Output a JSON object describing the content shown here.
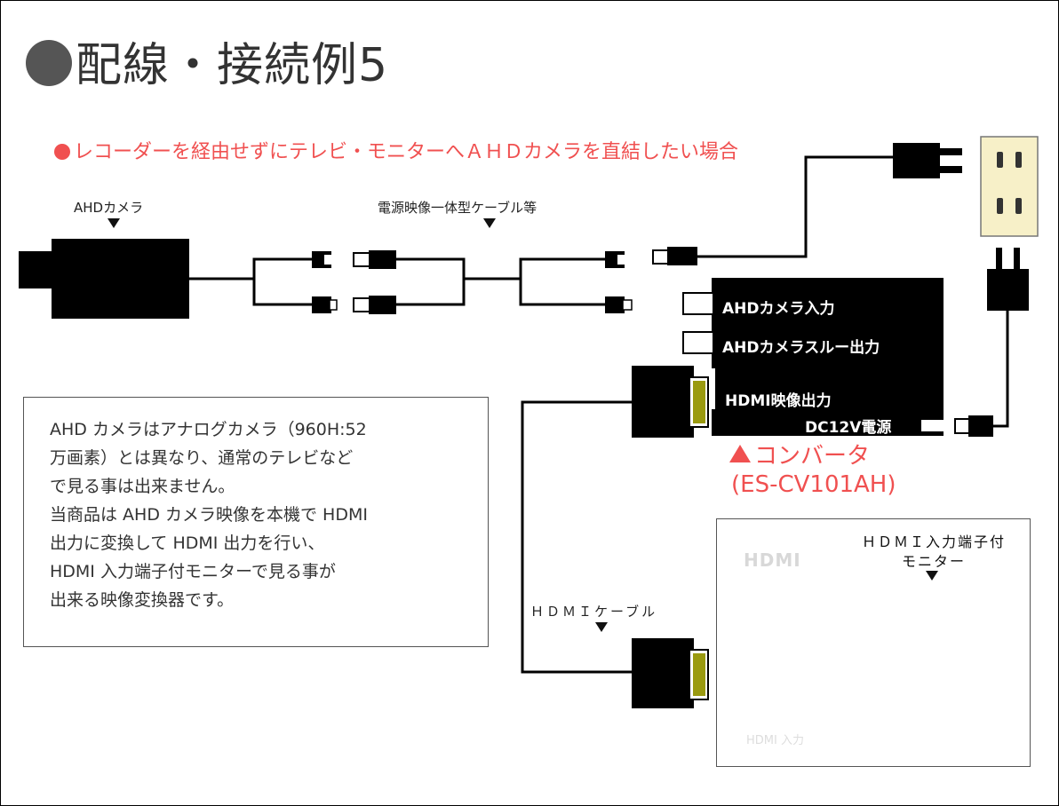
{
  "title": "配線・接続例5",
  "subtitle": "レコーダーを経由せずにテレビ・モニターへＡＨＤカメラを直結したい場合",
  "labels": {
    "camera": "AHDカメラ",
    "cable": "電源映像一体型ケーブル等",
    "hdmi_cable": "ＨＤＭＩケーブル",
    "monitor_line1": "ＨＤＭＩ入力端子付",
    "monitor_line2": "モニター"
  },
  "converter": {
    "ports": [
      "AHDカメラ入力",
      "AHDカメラスルー出力",
      "HDMI映像出力"
    ],
    "power": "DC12V電源",
    "name_line1": "コンバータ",
    "name_line2": "(ES-CV101AH)"
  },
  "description": [
    "AHD カメラはアナログカメラ（960H:52",
    "万画素）とは異なり、通常のテレビなど",
    "で見る事は出来ません。",
    "当商品は AHD カメラ映像を本機で HDMI",
    "出力に変換して HDMI 出力を行い、",
    "HDMI 入力端子付モニターで見る事が",
    "出来る映像変換器です。"
  ],
  "monitor_panel": {
    "logo": "HDMI",
    "input_label": "HDMI 入力"
  },
  "colors": {
    "accent_red": "#f05050",
    "hdmi_connector": "#9a9a10",
    "outlet": "#f7f0c8"
  }
}
